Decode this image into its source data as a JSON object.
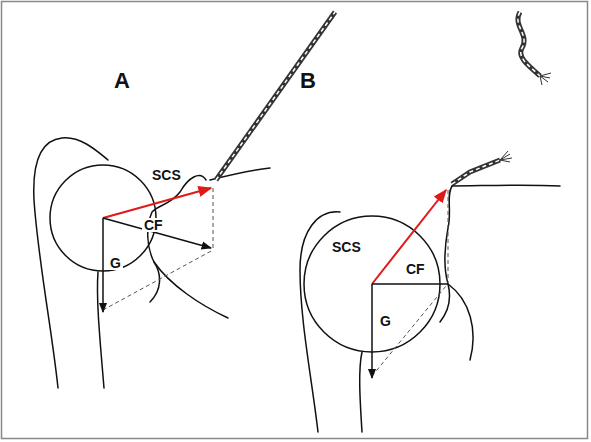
{
  "diagram": {
    "labels": [
      "A",
      "B",
      "SCS",
      "CF",
      "G",
      "SCS",
      "CF",
      "G"
    ]
  }
}
